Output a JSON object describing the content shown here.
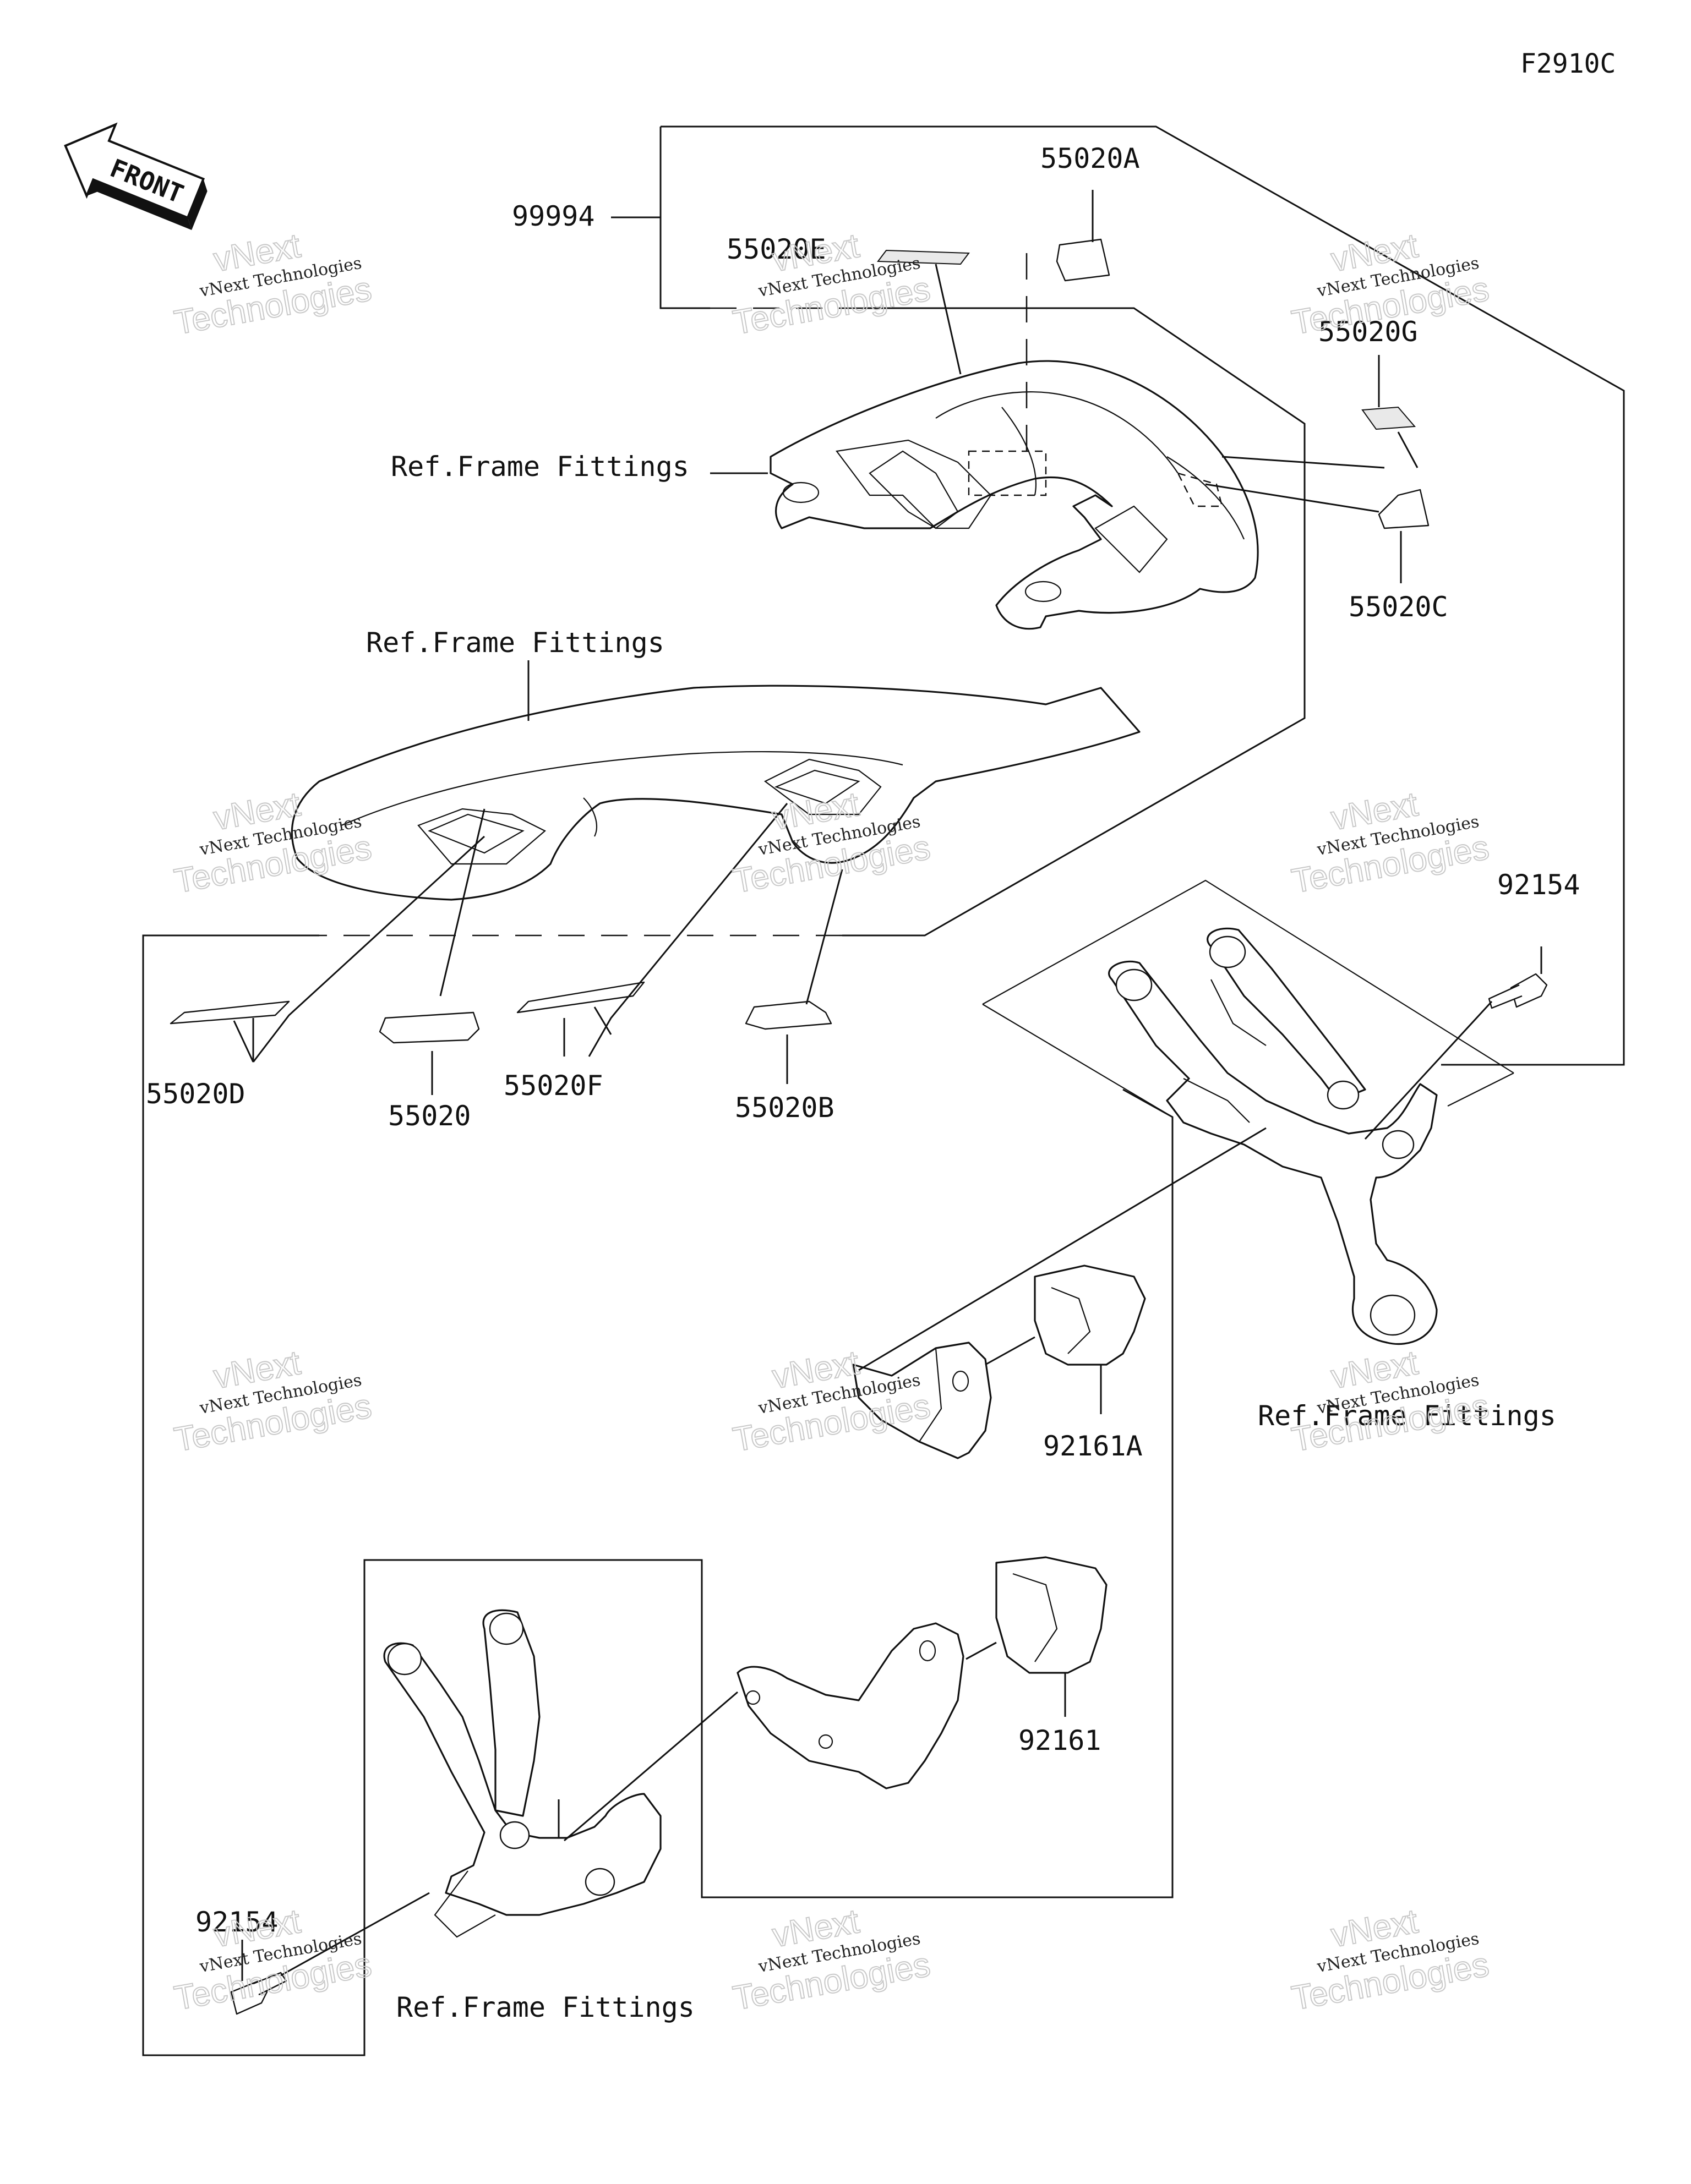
{
  "diagram_code": "F2910C",
  "front_arrow_text": "FRONT",
  "labels": {
    "p99994": "99994",
    "p55020A": "55020A",
    "p55020E": "55020E",
    "p55020G": "55020G",
    "p55020C": "55020C",
    "p55020D": "55020D",
    "p55020": "55020",
    "p55020F": "55020F",
    "p55020B": "55020B",
    "p92154_right": "92154",
    "p92161A": "92161A",
    "p92161": "92161",
    "p92154_left": "92154",
    "ref_frame_top": "Ref.Frame Fittings",
    "ref_frame_seat": "Ref.Frame Fittings",
    "ref_frame_right": "Ref.Frame Fittings",
    "ref_frame_bottom": "Ref.Frame Fittings"
  },
  "watermark": {
    "line1": "vNext",
    "line2": "vNext Technologies",
    "line3": "Technologies"
  }
}
